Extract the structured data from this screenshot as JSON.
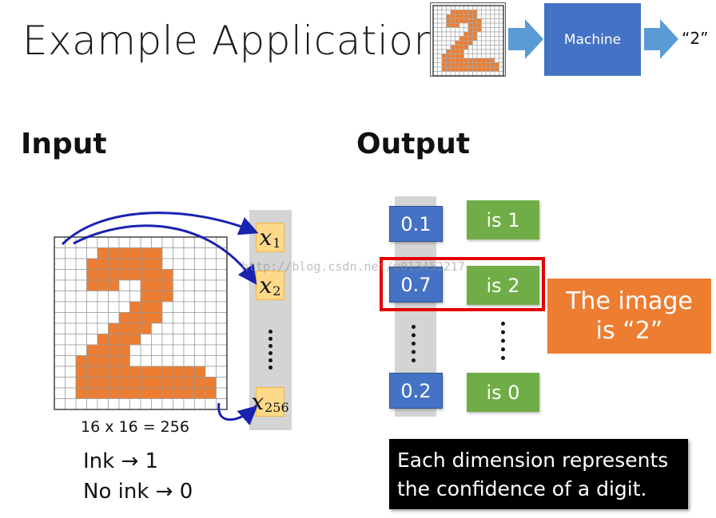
{
  "title": "Example Application",
  "mini_pipeline": {
    "machine_label": "Machine",
    "output_label": "“2”"
  },
  "input": {
    "heading": "Input",
    "grid_caption": "16 x 16 = 256",
    "grid_size": 16,
    "ink_rule": "Ink → 1",
    "no_ink_rule": "No ink → 0",
    "feature_labels": [
      {
        "var": "x",
        "sub": "1"
      },
      {
        "var": "x",
        "sub": "2"
      },
      {
        "var": "x",
        "sub": "256"
      }
    ],
    "ink_pattern": [
      "................",
      "....oooooo......",
      "...ooooooo......",
      "...oooooooo.....",
      "...ooo..ooo.....",
      "........ooo.....",
      ".......ooo......",
      "......oooo......",
      ".....oooo.......",
      "....oooo........",
      "...oooo.........",
      "..ooooo.........",
      "..oooooooooooo..",
      "..ooooooooooooo.",
      "..ooooooooooooo.",
      "................"
    ]
  },
  "output": {
    "heading": "Output",
    "values": [
      "0.1",
      "0.7",
      "0.2"
    ],
    "labels": [
      "is 1",
      "is 2",
      "is 0"
    ],
    "result_line1": "The image",
    "result_line2": "is  “2”"
  },
  "caption": {
    "line1": "Each dimension represents",
    "line2": "the confidence of a digit."
  },
  "watermark": "http://blog.csdn.net/u013452217",
  "colors": {
    "ink": "#ed7d31",
    "machine": "#4472c4",
    "label": "#70ad47",
    "feature": "#ffd98a",
    "arrow": "#1a22b0",
    "highlight": "#e00000"
  }
}
